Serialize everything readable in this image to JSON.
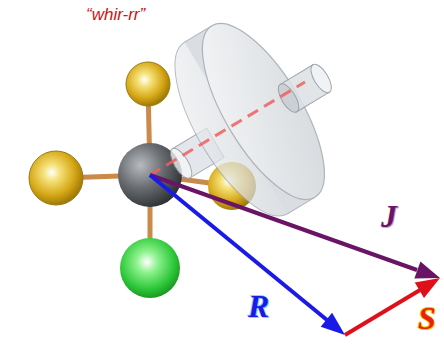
{
  "diagram": {
    "labels": [
      "“whir-rr”",
      "J",
      "R",
      "S"
    ]
  }
}
